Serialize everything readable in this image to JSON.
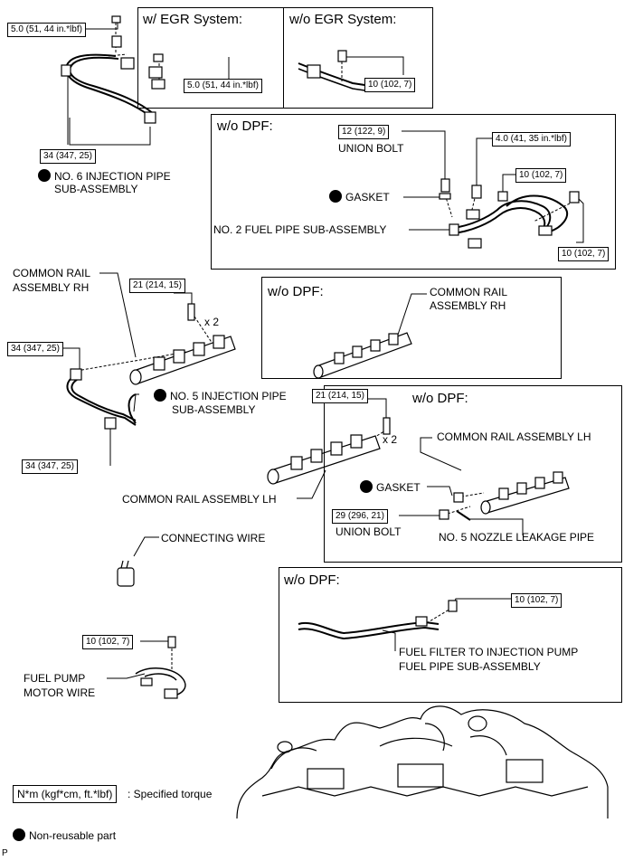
{
  "panels": {
    "egr_with": "w/ EGR System:",
    "egr_without": "w/o EGR System:",
    "dpf_top": "w/o DPF:",
    "dpf_rail_rh": "w/o DPF:",
    "dpf_rail_lh": "w/o DPF:",
    "dpf_filter": "w/o DPF:"
  },
  "torques": {
    "t_pipe6_top": "5.0 (51, 44 in.*lbf)",
    "t_egr_clamp": "5.0 (51, 44 in.*lbf)",
    "t_egr_bolt": "10 (102, 7)",
    "t_pipe6_nut": "34 (347, 25)",
    "t_union_bolt_top": "12 (122, 9)",
    "t_fuel2_bolt": "4.0 (41, 35 in.*lbf)",
    "t_fuel2_nut": "10 (102, 7)",
    "t_fuel2_bolt2": "10 (102, 7)",
    "t_rail_rh_bolt": "21 (214, 15)",
    "t_pipe5_upper": "34 (347, 25)",
    "t_pipe5_lower": "34 (347, 25)",
    "t_rail_lh_bolt": "21 (214, 15)",
    "t_union_bolt_lh": "29 (296, 21)",
    "t_filter_bolt": "10 (102, 7)",
    "t_pump_wire": "10 (102, 7)"
  },
  "labels": {
    "pipe6": "NO. 6 INJECTION PIPE",
    "pipe6_b": "SUB-ASSEMBLY",
    "union_bolt_top": "UNION BOLT",
    "gasket_top": "GASKET",
    "fuel_pipe2": "NO. 2 FUEL PIPE SUB-ASSEMBLY",
    "rail_rh": "COMMON RAIL",
    "rail_rh_b": "ASSEMBLY RH",
    "x2_a": "x 2",
    "rail_rh_dpf": "COMMON RAIL",
    "rail_rh_dpf_b": "ASSEMBLY RH",
    "pipe5": "NO. 5 INJECTION PIPE",
    "pipe5_b": "SUB-ASSEMBLY",
    "x2_b": "x 2",
    "rail_lh": "COMMON RAIL ASSEMBLY LH",
    "rail_lh_dpf": "COMMON RAIL ASSEMBLY LH",
    "gasket_lh": "GASKET",
    "union_bolt_lh": "UNION BOLT",
    "nozzle_pipe": "NO. 5 NOZZLE LEAKAGE PIPE",
    "connecting_wire": "CONNECTING WIRE",
    "filter_pipe": "FUEL FILTER TO INJECTION PUMP",
    "filter_pipe_b": "FUEL PIPE SUB-ASSEMBLY",
    "pump_wire": "FUEL PUMP",
    "pump_wire_b": "MOTOR WIRE"
  },
  "legend": {
    "torque_box": "N*m (kgf*cm, ft.*lbf)",
    "torque_text": ": Specified torque",
    "nonreusable": "Non-reusable part"
  },
  "corner_code": "P"
}
